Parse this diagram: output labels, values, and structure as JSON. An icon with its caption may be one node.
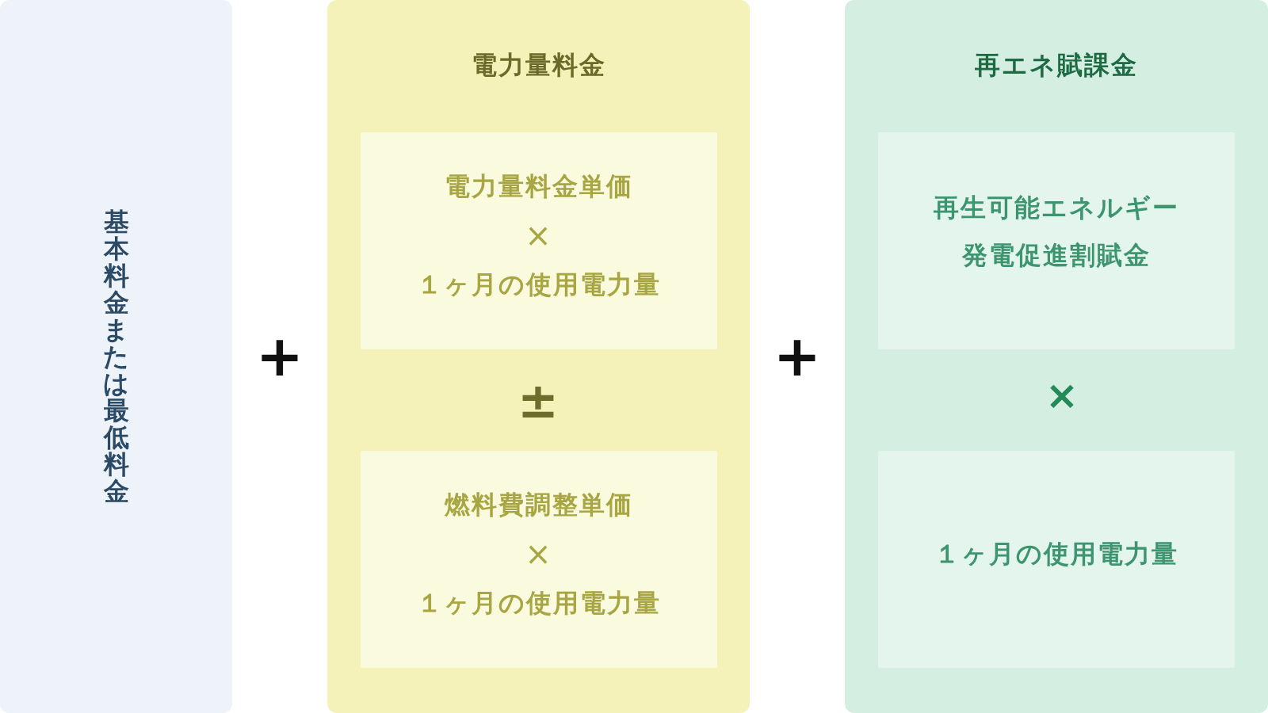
{
  "diagram": {
    "nodes": [
      {
        "text": [
          "基本料金または最低料金"
        ]
      },
      {
        "text": [
          "電力量料金"
        ]
      },
      {
        "text": [
          "電力量料金単価",
          "×",
          "１ヶ月の使用電力量"
        ],
        "in": 1
      },
      {
        "text": [
          "燃料費調整単価",
          "×",
          "１ヶ月の使用電力量"
        ],
        "in": 1
      },
      {
        "text": [
          "再エネ賦課金"
        ]
      },
      {
        "text": [
          "再生可能エネルギー発電促進割賦金"
        ],
        "in": 4
      },
      {
        "text": [
          "１ヶ月の使用電力量"
        ],
        "in": 4
      }
    ],
    "labels": [
      "+",
      "±",
      "+",
      "×"
    ]
  }
}
